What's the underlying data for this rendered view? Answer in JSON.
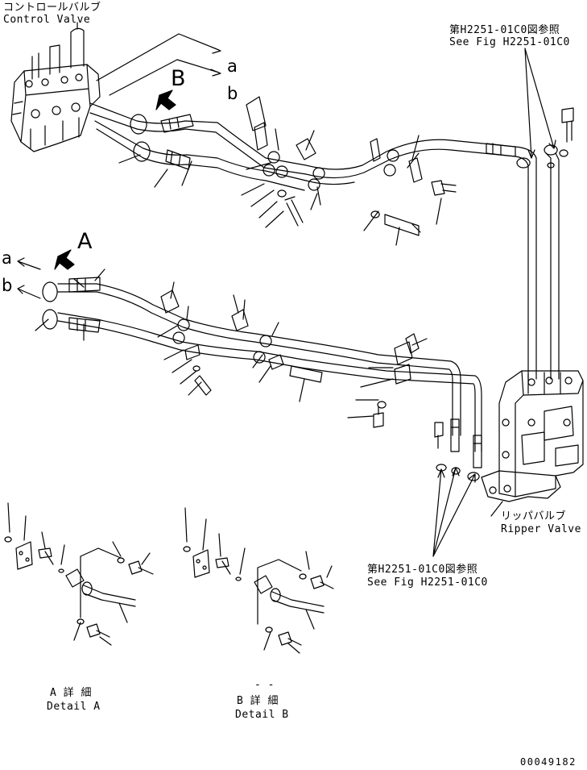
{
  "labels": {
    "control_valve_jp": "コントロールバルブ",
    "control_valve_en": "Control Valve",
    "ripper_valve_jp": "リッパバルブ",
    "ripper_valve_en": "Ripper Valve",
    "ref_top_jp": "第H2251-01C0図参照",
    "ref_top_en": "See Fig H2251-01C0",
    "ref_bottom_jp": "第H2251-01C0図参照",
    "ref_bottom_en": "See Fig H2251-01C0",
    "view_a": "A",
    "view_b": "B",
    "line_a_top": "a",
    "line_b_top": "b",
    "line_a_left": "a",
    "line_b_left": "b",
    "detail_a_jp": "A 詳 細",
    "detail_a_en": "Detail A",
    "detail_b_jp": "B 詳 細",
    "detail_b_en": "Detail B",
    "detail_b_mark": "- -",
    "drawing_number": "00049182"
  }
}
